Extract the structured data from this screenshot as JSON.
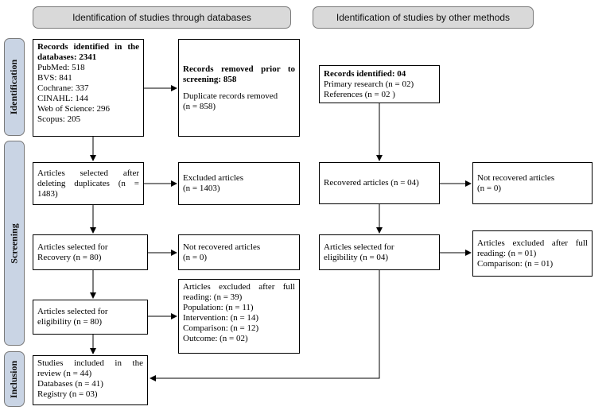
{
  "headers": {
    "databases": "Identification of studies through databases",
    "other": "Identification of studies by other methods"
  },
  "phases": {
    "identification": "Identification",
    "screening": "Screening",
    "inclusion": "Inclusion"
  },
  "boxes": {
    "records_identified_db": {
      "title": "Records identified in the databases: 2341",
      "lines": [
        "PubMed: 518",
        "BVS: 841",
        "Cochrane: 337",
        "CINAHL: 144",
        "Web of Science: 296",
        "Scopus: 205"
      ]
    },
    "records_removed": {
      "title": "Records removed prior to screening: 858",
      "lines": [
        "Duplicate records removed",
        "(n = 858)"
      ]
    },
    "articles_after_duplicates": {
      "text": "Articles selected after deleting duplicates (n = 1483)"
    },
    "excluded_articles": {
      "lines": [
        "Excluded articles",
        "(n = 1403)"
      ]
    },
    "selected_recovery": {
      "lines": [
        "Articles selected for",
        "Recovery (n = 80)"
      ]
    },
    "not_recovered_db": {
      "lines": [
        "Not recovered articles",
        "(n = 0)"
      ]
    },
    "selected_eligibility_db": {
      "lines": [
        "Articles selected for",
        "eligibility (n = 80)"
      ]
    },
    "excluded_full_db": {
      "title": "Articles excluded after full reading: (n = 39)",
      "lines": [
        "Population: (n = 11)",
        "Intervention: (n = 14)",
        "Comparison: (n = 12)",
        "Outcome: (n = 02)"
      ]
    },
    "studies_included": {
      "title": "Studies included in the review (n = 44)",
      "lines": [
        "Databases (n = 41)",
        "Registry (n = 03)"
      ]
    },
    "records_identified_other": {
      "title": "Records identified: 04",
      "lines": [
        "Primary research (n = 02)",
        "References (n = 02 )"
      ]
    },
    "recovered_articles": {
      "text": "Recovered articles (n = 04)"
    },
    "not_recovered_other": {
      "lines": [
        "Not recovered articles",
        "(n = 0)"
      ]
    },
    "selected_eligibility_other": {
      "lines": [
        "Articles selected for",
        "eligibility (n = 04)"
      ]
    },
    "excluded_full_other": {
      "title": "Articles excluded after full reading: (n = 01)",
      "lines": [
        "Comparison: (n = 01)"
      ]
    }
  }
}
